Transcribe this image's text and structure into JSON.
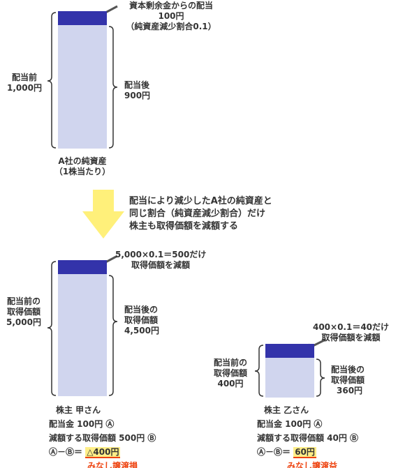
{
  "colors": {
    "dividend": "#3333aa",
    "remaining": "#d0d5ee",
    "highlight": "#ffee88",
    "accent": "#ee4411",
    "arrow": "#fff07a"
  },
  "company": {
    "dividend_note": [
      "資本剰余金からの配当",
      "100円",
      "（純資産減少割合0.1）"
    ],
    "before": [
      "配当前",
      "1,000円"
    ],
    "after": [
      "配当後",
      "900円"
    ],
    "caption": [
      "A社の純資産",
      "（1株当たり）"
    ]
  },
  "explanation": [
    "配当により減少したA社の純資産と",
    "同じ割合（純資産減少割合）だけ",
    "株主も取得価額を減額する"
  ],
  "shareholder_a": {
    "note": [
      "5,000×0.1＝500だけ",
      "取得価額を減額"
    ],
    "before": [
      "配当前の",
      "取得価額",
      "5,000円"
    ],
    "after": [
      "配当後の",
      "取得価額",
      "4,500円"
    ],
    "name": "株主 甲さん",
    "line1": "配当金 100円 Ⓐ",
    "line2": "減額する取得価額 500円 Ⓑ",
    "line3_prefix": "Ⓐ－Ⓑ＝ ",
    "result": "△400円",
    "result_label": "みなし譲渡損"
  },
  "shareholder_b": {
    "note": [
      "400×0.1＝40だけ",
      "取得価額を減額"
    ],
    "before": [
      "配当前の",
      "取得価額",
      "400円"
    ],
    "after": [
      "配当後の",
      "取得価額",
      "360円"
    ],
    "name": "株主 乙さん",
    "line1": "配当金 100円 Ⓐ",
    "line2": "減額する取得価額 40円 Ⓑ",
    "line3_prefix": "Ⓐ－Ⓑ＝ ",
    "result": "60円",
    "result_label": "みなし譲渡益"
  }
}
